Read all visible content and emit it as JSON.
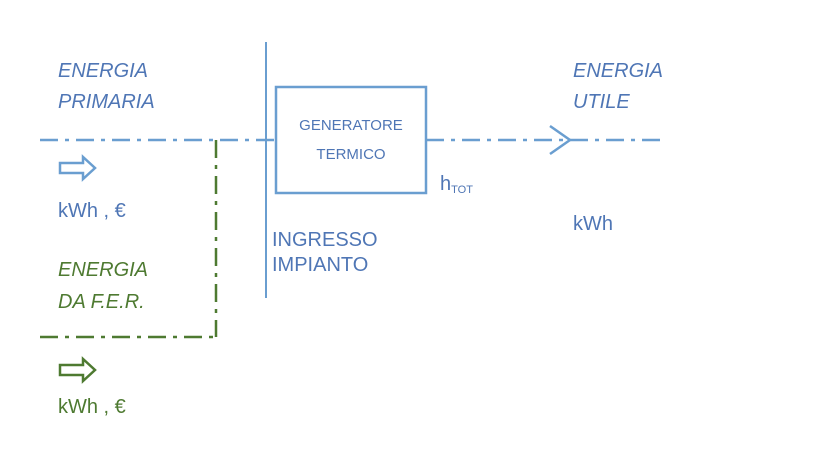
{
  "primary": {
    "title_line1": "ENERGIA",
    "title_line2": "PRIMARIA",
    "units": "kWh , €"
  },
  "fer": {
    "title_line1": "ENERGIA",
    "title_line2": "DA F.E.R.",
    "units": "kWh , €"
  },
  "generator": {
    "line1": "GENERATORE",
    "line2": "TERMICO"
  },
  "efficiency": {
    "symbol": "h",
    "subscript": "TOT"
  },
  "inlet": {
    "line1": "INGRESSO",
    "line2": "IMPIANTO"
  },
  "useful": {
    "title_line1": "ENERGIA",
    "title_line2": "UTILE",
    "units": "kWh"
  },
  "colors": {
    "blue_line": "#6a9ed0",
    "blue_text": "#4f76b5",
    "green": "#4e7a31"
  }
}
